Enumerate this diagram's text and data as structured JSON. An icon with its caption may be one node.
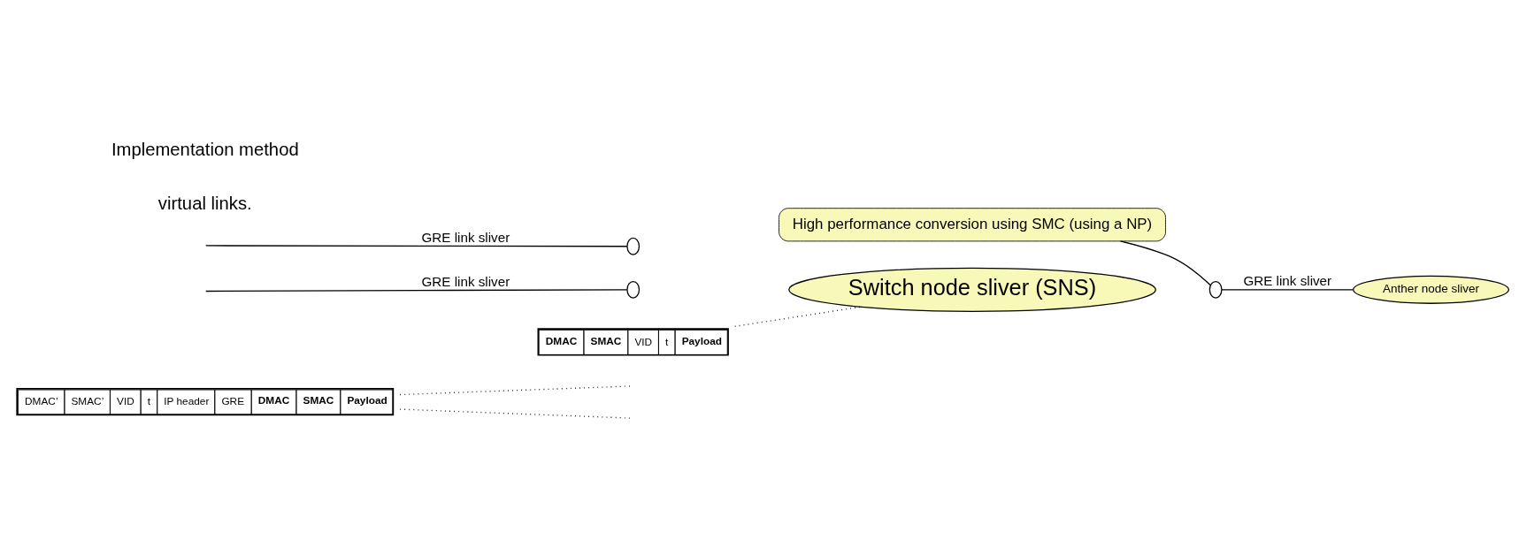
{
  "diagram": {
    "nodes": [
      {
        "text": [
          "DMAC’",
          "SMAC’",
          "VID",
          "t",
          "IP header",
          "GRE",
          "DMAC",
          "SMAC",
          "Payload"
        ]
      },
      {
        "text": [
          "Switch node sliver (SNS)"
        ]
      },
      {
        "text": [],
        "shape": "circle"
      },
      {
        "text": [],
        "shape": "circle"
      },
      {
        "text": [],
        "shape": "circle"
      },
      {
        "text": [
          "Anther node sliver"
        ]
      },
      {
        "text": [
          "High performance conversion using SMC (using a NP)"
        ]
      },
      {
        "text": [
          "DMAC",
          "SMAC",
          "VID",
          "t",
          "Payload"
        ]
      }
    ],
    "edges": [
      {
        "from": null,
        "to": 2,
        "arrow": "none",
        "label": "GRE link sliver"
      },
      {
        "from": null,
        "to": 4,
        "arrow": "none",
        "label": "GRE link sliver"
      },
      {
        "from": 3,
        "to": 5,
        "arrow": "none",
        "label": "GRE link sliver"
      },
      {
        "from": 0,
        "to": null,
        "arrow": "none",
        "style": "dashed"
      },
      {
        "from": 0,
        "to": null,
        "arrow": "none",
        "style": "dashed"
      },
      {
        "from": 7,
        "to": 1,
        "arrow": "none",
        "style": "dashed"
      },
      {
        "from": 6,
        "to": 3,
        "arrow": "none"
      }
    ],
    "labels": [
      "virtual links.",
      "Implementation method"
    ]
  }
}
